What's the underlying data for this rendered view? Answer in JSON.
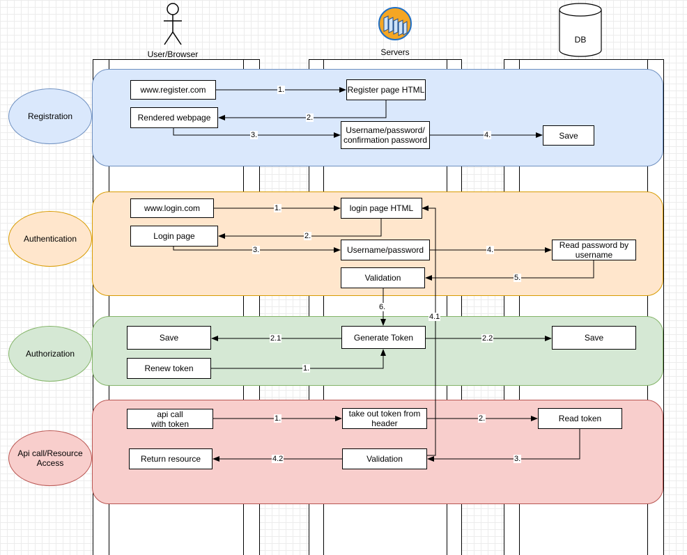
{
  "actors": {
    "user": "User/Browser",
    "servers": "Servers",
    "db": "DB"
  },
  "lanes": {
    "registration": "Registration",
    "authentication": "Authentication",
    "authorization": "Authorization",
    "api": "Api call/Resource\nAccess"
  },
  "colors": {
    "registration_fill": "#dae8fc",
    "registration_stroke": "#6c8ebf",
    "authentication_fill": "#ffe6cc",
    "authentication_stroke": "#d79b00",
    "authorization_fill": "#d5e8d4",
    "authorization_stroke": "#82b366",
    "api_fill": "#f8cecc",
    "api_stroke": "#b85450",
    "server_icon_orange": "#f5a623",
    "server_icon_blue": "#1f6fc5"
  },
  "boxes": {
    "reg_url": "www.register.com",
    "reg_page_html": "Register page HTML",
    "reg_rendered": "Rendered webpage",
    "reg_credentials": "Username/password/\nconfirmation password",
    "reg_save": "Save",
    "auth_url": "www.login.com",
    "auth_page_html": "login page HTML",
    "auth_login_page": "Login page",
    "auth_credentials": "Username/password",
    "auth_read": "Read password by\nusername",
    "auth_validation": "Validation",
    "authz_save_left": "Save",
    "authz_generate": "Generate Token",
    "authz_save_right": "Save",
    "authz_renew": "Renew token",
    "api_call": "api call\nwith token",
    "api_take_token": "take out token from\nheader",
    "api_read_token": "Read token",
    "api_return": "Return resource",
    "api_validation": "Validation"
  },
  "edges": {
    "reg_1": "1.",
    "reg_2": "2.",
    "reg_3": "3.",
    "reg_4": "4.",
    "auth_1": "1.",
    "auth_2": "2.",
    "auth_3": "3.",
    "auth_4": "4.",
    "auth_5": "5.",
    "auth_6": "6.",
    "authz_21": "2.1",
    "authz_22": "2.2",
    "authz_1": "1.",
    "api_1": "1.",
    "api_2": "2.",
    "api_3": "3.",
    "api_41": "4.1",
    "api_42": "4.2"
  }
}
